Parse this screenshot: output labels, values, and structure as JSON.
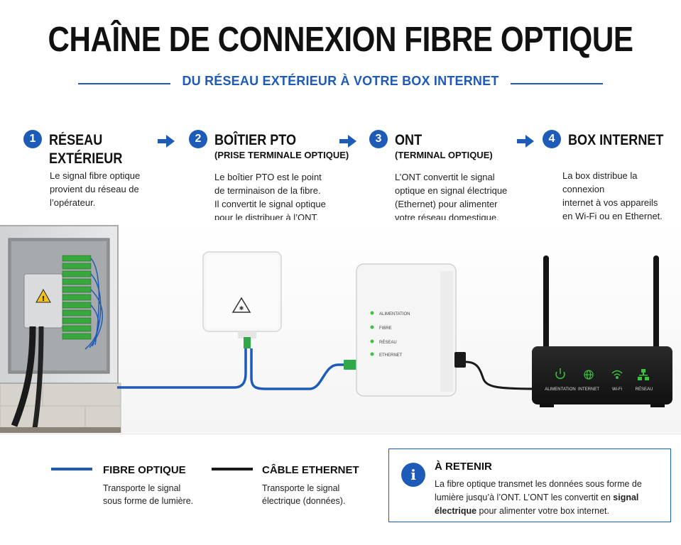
{
  "header": {
    "title": "CHAÎNE DE CONNEXION FIBRE OPTIQUE",
    "subtitle": "DU RÉSEAU EXTÉRIEUR À VOTRE BOX INTERNET"
  },
  "steps": [
    {
      "number": "1",
      "title": "RÉSEAU\nEXTÉRIEUR",
      "subtitle": "",
      "description": "Le signal fibre optique\nprovient du réseau de\nl’opérateur."
    },
    {
      "number": "2",
      "title": "BOÎTIER PTO",
      "subtitle": "(PRISE TERMINALE OPTIQUE)",
      "description": "Le boîtier PTO est le point\nde terminaison de la fibre.\nIl convertit le signal optique\npour le distribuer à l’ONT."
    },
    {
      "number": "3",
      "title": "ONT",
      "subtitle": "(TERMINAL OPTIQUE)",
      "description": "L’ONT convertit le signal\noptique en signal électrique\n(Ethernet) pour alimenter\nvotre réseau domestique."
    },
    {
      "number": "4",
      "title": "BOX INTERNET",
      "subtitle": "",
      "description": "La box distribue la connexion\ninternet à vos appareils\nen Wi-Fi ou en Ethernet."
    }
  ],
  "ont_leds": [
    "ALIMENTATION",
    "FIBRE",
    "RÉSEAU",
    "ETHERNET"
  ],
  "router_leds": [
    "ALIMENTATION",
    "INTERNET",
    "Wi-Fi",
    "RÉSEAU"
  ],
  "legend": [
    {
      "title": "FIBRE OPTIQUE",
      "description": "Transporte le signal\nsous forme de lumière.",
      "color": "#1e5bb8"
    },
    {
      "title": "CÂBLE ETHERNET",
      "description": "Transporte le signal\nélectrique (données).",
      "color": "#1a1a1a"
    }
  ],
  "retenir": {
    "title": "À RETENIR",
    "text_before": "La fibre optique transmet les données sous forme de lumière jusqu’à l’ONT. L’ONT les convertit en ",
    "text_bold": "signal électrique",
    "text_after": " pour alimenter votre box internet."
  },
  "colors": {
    "accent": "#1e5bb8",
    "led_green": "#3cc43c",
    "fiber_green": "#2fa84a",
    "router_body": "#1c1c1c"
  },
  "icons": [
    "arrow-right-icon",
    "info-icon",
    "warning-icon",
    "power-icon",
    "globe-icon",
    "wifi-icon",
    "network-icon"
  ]
}
